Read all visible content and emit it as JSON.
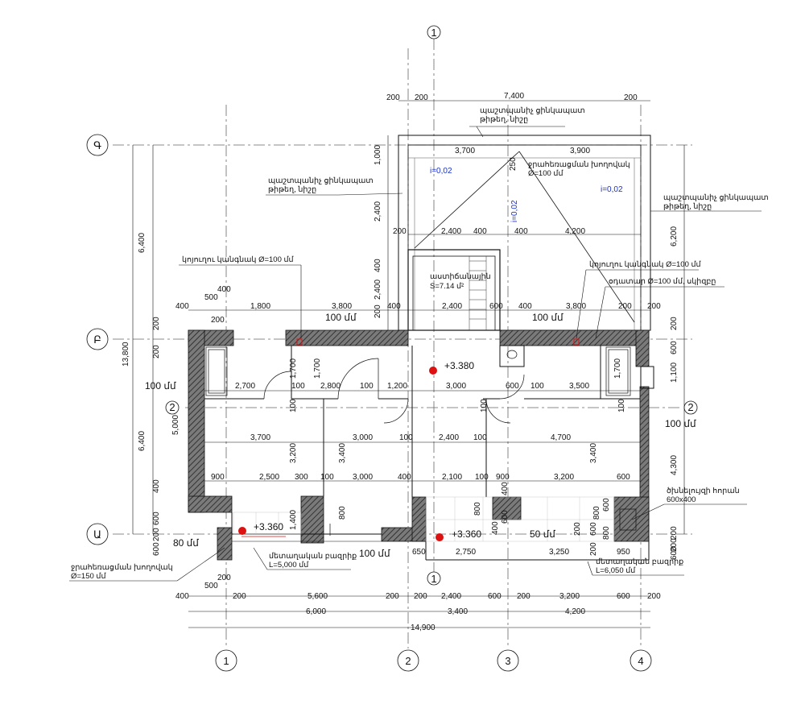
{
  "axes": {
    "vertical": [
      "1",
      "2",
      "3",
      "4"
    ],
    "horizontal": [
      "Գ",
      "Բ",
      "2",
      "Ա"
    ],
    "section_marks": [
      "1",
      "1",
      "2",
      "2"
    ]
  },
  "elevations": [
    "+3.380",
    "+3.360",
    "+3.360"
  ],
  "slopes": [
    "i=0,02",
    "i=0,02",
    "i=0,02"
  ],
  "labels": {
    "parapet_left": [
      "պաշտպանիչ ցինկապատ",
      "թիթեղ, նիշը"
    ],
    "parapet_top": [
      "պաշտպանիչ ցինկապատ",
      "թիթեղ, նիշը"
    ],
    "parapet_right": [
      "պաշտպանիչ ցինկապատ",
      "թիթեղ, նիշը"
    ],
    "drain_top": [
      "ջրահեռացման խողովակ",
      "Ø=100 մմ"
    ],
    "drain_bottom": [
      "ջրահեռացման խողովակ",
      "Ø=150 մմ"
    ],
    "sewer_left": "կոյուղու կանգնակ Ø=100 մմ",
    "sewer_right": "կոյուղու կանգնակ Ø=100 մմ",
    "vent": "օդատար Ø=100 մմ, սկիզբը",
    "stair": [
      "աստիճանային",
      "S=7.14 մ²"
    ],
    "chimney": [
      "ծխնելույզի հորան",
      "600x400"
    ],
    "balcony_left": [
      "մետաղական բազրիք",
      "L=5,000 մմ"
    ],
    "balcony_right": [
      "մետաղական բազրիք",
      "L=6,050 մմ"
    ]
  },
  "wall_tags": [
    "100 մմ",
    "100 մմ",
    "100 մմ",
    "100 մմ",
    "100 մմ",
    "80 մմ",
    "50 մմ"
  ],
  "dims": {
    "top1": [
      "200",
      "200",
      "7,400",
      "200"
    ],
    "top_roof": [
      "3,700",
      "3,900"
    ],
    "roof_mid": [
      "200",
      "2,400",
      "400",
      "400",
      "4,200"
    ],
    "row_380": [
      "400",
      "1,800",
      "3,800",
      "400",
      "2,400",
      "600",
      "400",
      "3,800",
      "200",
      "200"
    ],
    "row_480": [
      "2,700",
      "100",
      "2,800",
      "100",
      "1,200",
      "3,000",
      "600",
      "100",
      "3,500"
    ],
    "row_543": [
      "3,700",
      "3,000",
      "100",
      "2,400",
      "100",
      "4,700"
    ],
    "row_592": [
      "900",
      "2,500",
      "300",
      "100",
      "3,000",
      "400",
      "2,100",
      "100",
      "900",
      "3,200",
      "600"
    ],
    "bottom1": [
      "400",
      "200",
      "5,600",
      "200",
      "200",
      "2,400",
      "600",
      "200",
      "3,200",
      "600",
      "200"
    ],
    "bottom2": [
      "6,000",
      "3,400",
      "4,200"
    ],
    "bottom3": "14,900",
    "left_total": "13,800",
    "left_segs": [
      "6,400",
      "6,400"
    ],
    "right_segs": [
      "6,200",
      "4,300"
    ],
    "misc": [
      "400",
      "500",
      "500",
      "200",
      "200",
      "1,000",
      "2,400",
      "2,400",
      "400",
      "250",
      "1,700",
      "1,700",
      "1,700",
      "5,000",
      "3,200",
      "3,400",
      "3,400",
      "100",
      "100",
      "100",
      "1,100",
      "600",
      "200",
      "200",
      "400",
      "600",
      "800",
      "800",
      "1,400",
      "800",
      "400",
      "600",
      "600",
      "800",
      "200",
      "950",
      "650",
      "2,750",
      "3,250",
      "200",
      "600",
      "200",
      "600",
      "200",
      "600",
      "200",
      "400",
      "200",
      "200"
    ]
  },
  "colors": {
    "wall": "#555555",
    "line": "#111111",
    "axis": "#555555",
    "marker": "#dd1111",
    "slope": "#1a33cc"
  }
}
